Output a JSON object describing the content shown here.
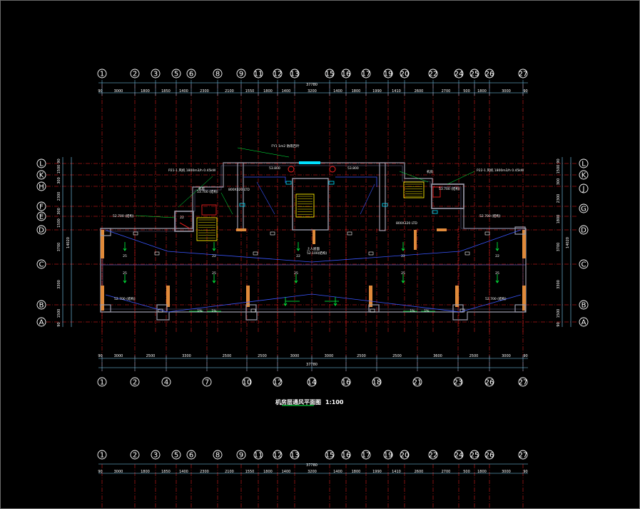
{
  "colors": {
    "background": "#000000",
    "axis": "#ff2020",
    "dim_line": "#7fd8ff",
    "wall": "#9a9aaa",
    "wall_fill": "#cfcfcf",
    "duct": "#3a56ff",
    "green": "#00ff40",
    "orange": "#e08a3a",
    "yellow": "#ffee00",
    "red": "#ff2020",
    "cyan": "#00e0ff",
    "white": "#ffffff"
  },
  "top_axes": {
    "labels": [
      "1",
      "2",
      "3",
      "5",
      "6",
      "8",
      "9",
      "11",
      "12",
      "13",
      "15",
      "16",
      "17",
      "19",
      "20",
      "22",
      "24",
      "25",
      "26",
      "27"
    ],
    "dims": [
      "90",
      "3000",
      "1800",
      "1850",
      "1400",
      "2300",
      "2100",
      "1550",
      "1800",
      "1400",
      "3200",
      "1400",
      "1800",
      "1990",
      "1410",
      "2600",
      "2700",
      "500",
      "1800",
      "3000",
      "90"
    ],
    "total": "37780"
  },
  "bottom_axes": {
    "labels": [
      "1",
      "2",
      "4",
      "7",
      "10",
      "12",
      "14",
      "16",
      "18",
      "21",
      "23",
      "26",
      "27"
    ],
    "dims": [
      "90",
      "3000",
      "2500",
      "3300",
      "2500",
      "2500",
      "3000",
      "3000",
      "2500",
      "2500",
      "3600",
      "2500",
      "3000",
      "90"
    ],
    "total": "37780"
  },
  "left_axes": {
    "labels": [
      "L",
      "K",
      "H",
      "F",
      "E",
      "D",
      "C",
      "B",
      "A"
    ],
    "dims": [
      "90",
      "1500",
      "300",
      "2300",
      "300",
      "1500",
      "3700",
      "3300",
      "1500",
      "90"
    ],
    "total": "14020"
  },
  "right_axes": {
    "labels": [
      "L",
      "K",
      "J",
      "G",
      "D",
      "C",
      "B",
      "A"
    ],
    "dims": [
      "90",
      "1500",
      "300",
      "2300",
      "1800",
      "3700",
      "3300",
      "1500",
      "90"
    ],
    "total": "14020"
  },
  "annotations": {
    "top_note": "FY1 1m2 防雨百叶",
    "elev_left_top": "52.700 (结构)",
    "elev_right_top": "52.700 (结构)",
    "elev_left_bot": "52.700 (结构)",
    "elev_right_bot": "52.700 (结构)",
    "elev_center": "52.100(结构)",
    "elev_stair_left": "53.700 (结构)",
    "elev_stair_right": "53.700 (结构)",
    "elev_a": "53.800",
    "elev_b": "53.800",
    "up_label": "上人屋面",
    "fan_left": "P21-1 风机 1800m3/h 0.45kW",
    "fan_right": "P22-1 风机 1800m3/h 0.45kW",
    "room_left": "机房",
    "room_right": "机房",
    "duct_note_left": "800X320 LTD",
    "duct_note_right": "800X320 LTD",
    "slope_labels": [
      "1%",
      "1%",
      "1%",
      "1%"
    ],
    "pipe_labels": [
      "25",
      "25",
      "25",
      "25",
      "25",
      "25",
      "22",
      "22",
      "22",
      "22",
      "22"
    ]
  },
  "title": {
    "text": "机房层通风平面图",
    "scale": "1:100"
  }
}
